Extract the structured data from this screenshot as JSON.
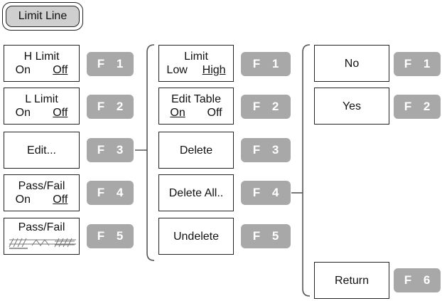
{
  "title": "Limit Line",
  "colors": {
    "fkey_bg": "#a8a8a8",
    "title_bg": "#cfcfcf",
    "border": "#222222"
  },
  "col1": {
    "h_limit": {
      "label": "H Limit",
      "opt_a": "On",
      "opt_b": "Off",
      "selected": "Off",
      "key": "F 1"
    },
    "l_limit": {
      "label": "L Limit",
      "opt_a": "On",
      "opt_b": "Off",
      "selected": "Off",
      "key": "F 2"
    },
    "edit": {
      "label": "Edit...",
      "key": "F 3"
    },
    "pass_fail_1": {
      "label": "Pass/Fail",
      "opt_a": "On",
      "opt_b": "Off",
      "selected": "Off",
      "key": "F 4"
    },
    "pass_fail_2": {
      "label": "Pass/Fail",
      "icon": "waveform-pattern-icon",
      "key": "F 5"
    }
  },
  "col2": {
    "limit": {
      "label": "Limit",
      "opt_a": "Low",
      "opt_b": "High",
      "selected": "High",
      "key": "F 1"
    },
    "edit_table": {
      "label": "Edit Table",
      "opt_a": "On",
      "opt_b": "Off",
      "selected": "On",
      "key": "F 2"
    },
    "delete": {
      "label": "Delete",
      "key": "F 3"
    },
    "delete_all": {
      "label": "Delete All..",
      "key": "F 4"
    },
    "undelete": {
      "label": "Undelete",
      "key": "F 5"
    }
  },
  "col3": {
    "no": {
      "label": "No",
      "key": "F 1"
    },
    "yes": {
      "label": "Yes",
      "key": "F 2"
    },
    "return": {
      "label": "Return",
      "key": "F 6"
    }
  }
}
